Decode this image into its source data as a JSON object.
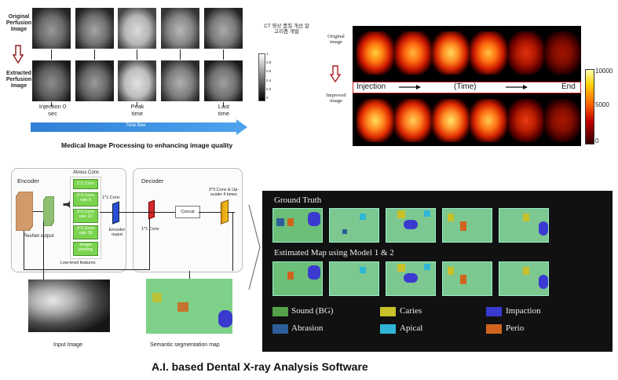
{
  "perfusion": {
    "row_labels": [
      "Original Perfusion Image",
      "Extracted Perfusion Image"
    ],
    "time_labels": [
      "Injection 0 sec",
      "Peak time",
      "Last time"
    ],
    "korean_note": "CT 영상 품질 개선 알고리즘 개발",
    "colorbar_ticks": [
      "1",
      "0.8",
      "0.6",
      "0.4",
      "0.2",
      "0"
    ],
    "timeflow_label": "Time flow",
    "caption": "Medical Image Processing to enhancing image quality"
  },
  "pet": {
    "row_labels": [
      "Original image",
      "Improved image"
    ],
    "banner": {
      "start": "Injection",
      "middle": "(Time)",
      "end": "End"
    },
    "colorbar_ticks": [
      "10000",
      "5000",
      "0"
    ]
  },
  "network": {
    "encoder_title": "Encoder",
    "decoder_title": "Decoder",
    "atrous_title": "Atrous Conv",
    "atrous_blocks": [
      "1*1 Conv",
      "3*3 Conv rate 6",
      "3*3 Conv rate 12",
      "3*3 Conv rate 18",
      "Image pooling"
    ],
    "conv1_label": "1*1 Conv",
    "encoder_output": "Encoder ouput",
    "resnet_output": "ResNet output",
    "low_level": "Low-level features",
    "decoder_conv": "1*1 Conv",
    "concat": "Concat",
    "upscale": "3*3 Conv & Up-scaler 4 times",
    "input_caption": "Input Image",
    "seg_caption": "Semantic segmentation map"
  },
  "results": {
    "ground_truth": "Ground Truth",
    "estimated": "Estimated Map using Model 1 & 2",
    "legend": [
      {
        "label": "Sound (BG)",
        "color": "#55a24a"
      },
      {
        "label": "Caries",
        "color": "#c9c02a"
      },
      {
        "label": "Impaction",
        "color": "#3a3ad0"
      },
      {
        "label": "Abrasion",
        "color": "#2d5e9a"
      },
      {
        "label": "Apical",
        "color": "#2fb6d6"
      },
      {
        "label": "Perio",
        "color": "#d0641e"
      }
    ]
  },
  "main_title": "A.I. based Dental X-ray Analysis Software"
}
